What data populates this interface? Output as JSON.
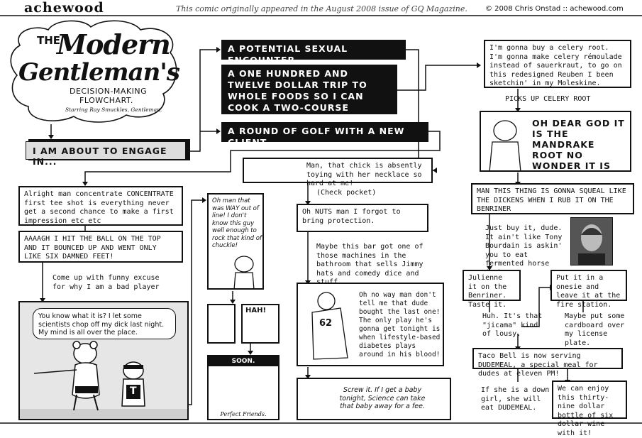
{
  "header": {
    "site": "achewood",
    "note": "This comic originally appeared in the August 2008 issue of GQ Magazine.",
    "credit": "© 2008 Chris Onstad :: achewood.com"
  },
  "title": {
    "the": "THE",
    "line1": "Modern",
    "line2": "Gentleman's",
    "sub1": "DECISION-MAKING",
    "sub2": "FLOWCHART.",
    "starring": "Starring Ray Smuckles, Gentleman."
  },
  "start": "I AM ABOUT TO ENGAGE IN...",
  "options": {
    "a": "A POTENTIAL SEXUAL ENCOUNTER",
    "b": "A ONE HUNDRED AND TWELVE DOLLAR TRIP TO WHOLE FOODS SO I CAN COOK A TWO-COURSE DINNER FOR MY GIRLFRIEND",
    "c": "A ROUND OF GOLF WITH A NEW CLIENT"
  },
  "golf": {
    "concentrate": "Alright man concentrate CONCENTRATE first tee shot is everything never get a second chance to make a first impression etc etc",
    "hit": "AAAAGH I HIT THE BALL ON THE TOP AND IT BOUNCED UP AND WENT ONLY LIKE SIX DAMNED FEET!",
    "excuse": "Come up with funny excuse for why I am a bad player",
    "speech": "You know what it is? I let some scientists chop off my dick last night. My mind is all over the place.",
    "shirt": "T"
  },
  "middle": {
    "chick": "Man, that chick is absently toying with her necklace so hard at me!",
    "check": "(Check pocket)",
    "nuts": "Oh NUTS man I forgot to bring protection.",
    "maybe": "Maybe this bar got one of those machines in the bathroom that sells Jimmy hats and comedy dice and stuff....",
    "nono": "Oh no way man don't tell me that dude bought the last one! The only play he's gonna get tonight is when lifestyle-based diabetes plays around in his blood!",
    "jersey": "62",
    "screw": "Screw it. If I get a baby tonight, Science can take that baby away for a fee.",
    "out_of_line": "Oh man that was WAY out of line! I don't know this guy well enough to rock that kind of chuckle!",
    "hah": "HAH!",
    "soon": "SOON.",
    "friends": "Perfect Friends."
  },
  "right": {
    "celery": "I'm gonna buy a celery root. I'm gonna make celery rémoulade instead of sauerkraut, to go on this redesigned Reuben I been sketchin' in my Moleskine.",
    "picks": "PICKS UP CELERY ROOT",
    "mandrake": "OH DEAR GOD IT IS THE MANDRAKE ROOT NO WONDER IT IS THIRTY-SEVEN DOLLARS",
    "squeal": "MAN THIS THING IS GONNA SQUEAL LIKE THE DICKENS WHEN I RUB IT ON THE BENRINER",
    "buy": "Just buy it, dude. It ain't like Tony Bourdain is askin' you to eat fermented horse junk.",
    "julienne": "Julienne it on the Benriner. Taste it.",
    "jicama": "Huh. It's that \"jicama\" kind of lousy.",
    "onesie": "Put it in a onesie and leave it at the fire station.",
    "cardboard": "Maybe put some cardboard over my license plate.",
    "taco": "Taco Bell is now serving DUDEMEAL, a special meal for dudes at eleven PM!",
    "down": "If she is a down girl, she will eat DUDEMEAL.",
    "wine": "We can enjoy this thirty-nine dollar bottle of six dollar wine with it!"
  }
}
